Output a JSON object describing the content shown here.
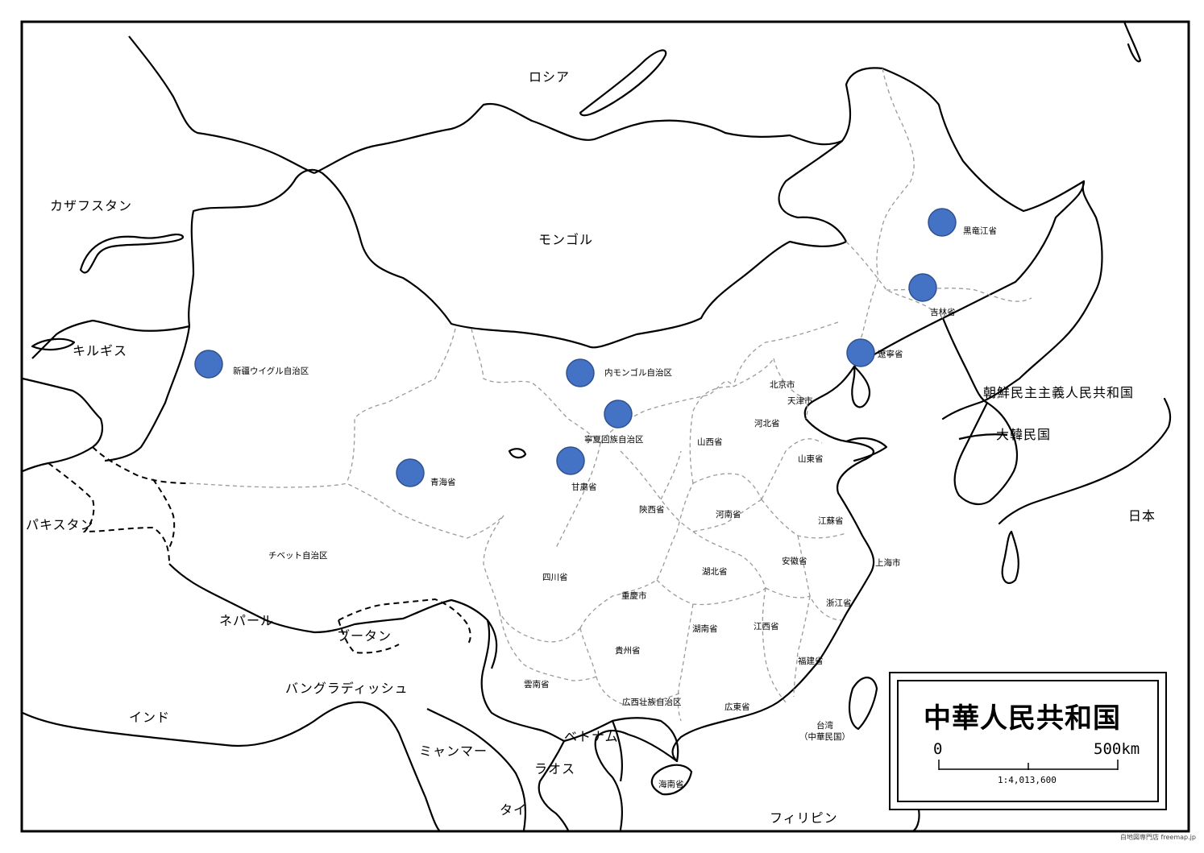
{
  "map": {
    "countries": [
      {
        "key": "russia",
        "label": "ロシア"
      },
      {
        "key": "kazakhstan",
        "label": "カザフスタン"
      },
      {
        "key": "mongolia",
        "label": "モンゴル"
      },
      {
        "key": "kyrgyzstan",
        "label": "キルギス"
      },
      {
        "key": "pakistan",
        "label": "パキスタン"
      },
      {
        "key": "nepal",
        "label": "ネパール"
      },
      {
        "key": "bhutan",
        "label": "ブータン"
      },
      {
        "key": "bangladesh",
        "label": "バングラディッシュ"
      },
      {
        "key": "india",
        "label": "インド"
      },
      {
        "key": "myanmar",
        "label": "ミャンマー"
      },
      {
        "key": "vietnam",
        "label": "ベトナム"
      },
      {
        "key": "laos",
        "label": "ラオス"
      },
      {
        "key": "thailand",
        "label": "タイ"
      },
      {
        "key": "philippines",
        "label": "フィリピン"
      },
      {
        "key": "north-korea",
        "label": "朝鮮民主主義人民共和国"
      },
      {
        "key": "south-korea",
        "label": "大韓民国"
      },
      {
        "key": "japan",
        "label": "日本"
      }
    ],
    "provinces": [
      {
        "key": "heilongjiang",
        "label": "黒竜江省"
      },
      {
        "key": "jilin",
        "label": "吉林省"
      },
      {
        "key": "liaoning",
        "label": "遼寧省"
      },
      {
        "key": "xinjiang",
        "label": "新疆ウイグル自治区"
      },
      {
        "key": "inner-mongolia",
        "label": "内モンゴル自治区"
      },
      {
        "key": "ningxia",
        "label": "寧夏回族自治区"
      },
      {
        "key": "qinghai",
        "label": "青海省"
      },
      {
        "key": "gansu",
        "label": "甘粛省"
      },
      {
        "key": "beijing",
        "label": "北京市"
      },
      {
        "key": "tianjin",
        "label": "天津市"
      },
      {
        "key": "hebei",
        "label": "河北省"
      },
      {
        "key": "shanxi",
        "label": "山西省"
      },
      {
        "key": "shandong",
        "label": "山東省"
      },
      {
        "key": "shaanxi",
        "label": "陝西省"
      },
      {
        "key": "henan",
        "label": "河南省"
      },
      {
        "key": "jiangsu",
        "label": "江蘇省"
      },
      {
        "key": "tibet",
        "label": "チベット自治区"
      },
      {
        "key": "sichuan",
        "label": "四川省"
      },
      {
        "key": "hubei",
        "label": "湖北省"
      },
      {
        "key": "anhui",
        "label": "安徽省"
      },
      {
        "key": "shanghai",
        "label": "上海市"
      },
      {
        "key": "chongqing",
        "label": "重慶市"
      },
      {
        "key": "zhejiang",
        "label": "浙江省"
      },
      {
        "key": "hunan",
        "label": "湖南省"
      },
      {
        "key": "jiangxi",
        "label": "江西省"
      },
      {
        "key": "guizhou",
        "label": "貴州省"
      },
      {
        "key": "fujian",
        "label": "福建省"
      },
      {
        "key": "yunnan",
        "label": "雲南省"
      },
      {
        "key": "guangxi",
        "label": "広西壮族自治区"
      },
      {
        "key": "guangdong",
        "label": "広東省"
      },
      {
        "key": "taiwan",
        "label": "台湾"
      },
      {
        "key": "taiwan-note",
        "label": "（中華民国）"
      },
      {
        "key": "hainan",
        "label": "海南省"
      }
    ],
    "highlighted_markers": [
      "heilongjiang",
      "jilin",
      "liaoning",
      "xinjiang",
      "inner-mongolia",
      "ningxia",
      "qinghai",
      "gansu"
    ],
    "marker_color": "#4472c4"
  },
  "legend": {
    "title": "中華人民共和国",
    "scale_start": "0",
    "scale_end": "500km",
    "ratio": "1:4,013,600"
  },
  "credit": "白地図専門店 freemap.jp"
}
